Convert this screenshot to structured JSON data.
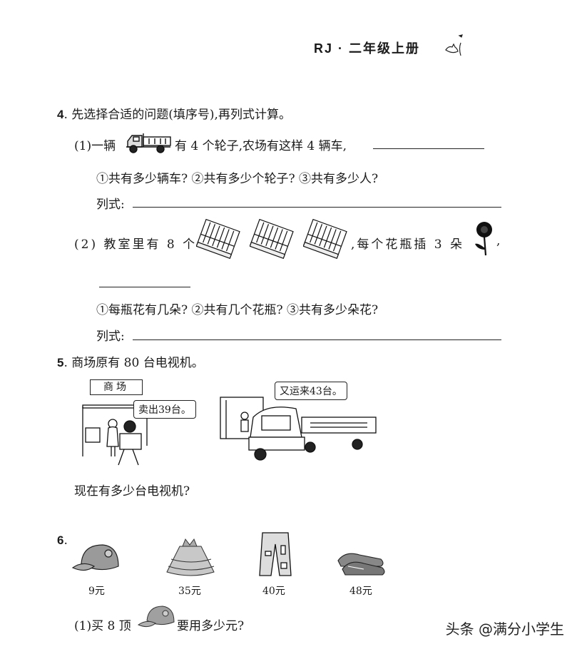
{
  "header": {
    "title": "RJ · 二年级上册",
    "decoration_icon": "hand-flower-doodle-icon"
  },
  "question4": {
    "number": "4",
    "prompt": ". 先选择合适的问题(填序号),再列式计算。",
    "part1": {
      "label": "(1)",
      "text_before_icon": "一辆",
      "icon": "truck-icon",
      "text_after_icon": "有 4 个轮子,农场有这样 4 辆车,",
      "answer_blank": "",
      "options": "①共有多少辆车? ②共有多少个轮子? ③共有多少人?",
      "formula_label": "列式:",
      "formula_value": ""
    },
    "part2": {
      "label": "(2)",
      "text_before_icon": "教室里有 8 个",
      "icons": [
        "vase-box-icon",
        "vase-box-icon",
        "vase-box-icon"
      ],
      "text_after_icon": ",每个花瓶插 3 朵",
      "flower_icon": "sunflower-icon",
      "trailing": ",",
      "answer_blank": "",
      "options": "①每瓶花有几朵? ②共有几个花瓶? ③共有多少朵花?",
      "formula_label": "列式:",
      "formula_value": ""
    }
  },
  "question5": {
    "number": "5",
    "prompt": ". 商场原有 80 台电视机。",
    "scene_left": {
      "sign": "商场",
      "bubble": "卖出39台。"
    },
    "scene_right": {
      "bubble": "又运来43台。"
    },
    "question": "现在有多少台电视机?"
  },
  "question6": {
    "number": "6",
    "prompt": ".",
    "items": [
      {
        "icon": "cap-icon",
        "price": "9元"
      },
      {
        "icon": "skirt-icon",
        "price": "35元"
      },
      {
        "icon": "pants-icon",
        "price": "40元"
      },
      {
        "icon": "sneakers-icon",
        "price": "48元"
      }
    ],
    "part1": {
      "label": "(1)",
      "text_before_icon": "买 8 顶",
      "icon": "cap-icon",
      "text_after_icon": "要用多少元?"
    }
  },
  "watermark": "头条 @满分小学生"
}
